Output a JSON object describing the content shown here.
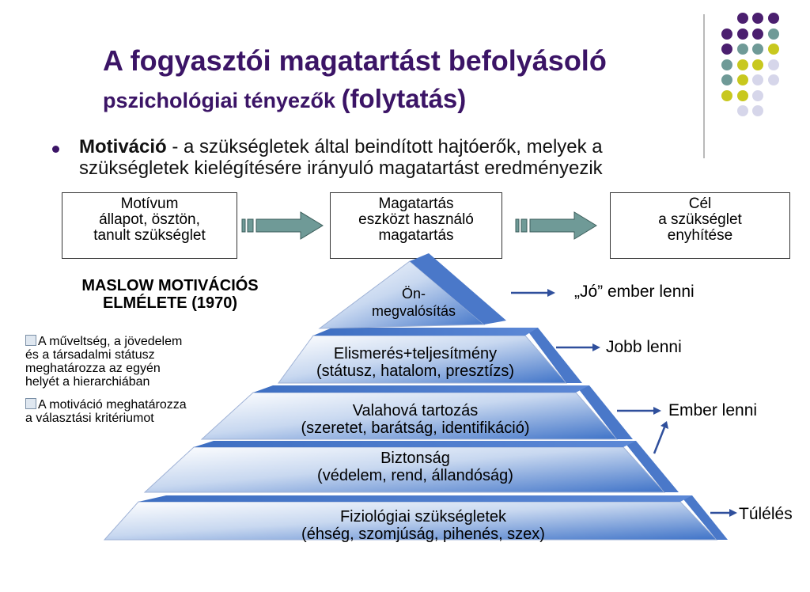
{
  "slide": {
    "title_line1": "A fogyasztói magatartást befolyásoló",
    "title_line2_main": "pszichológiai tényezők",
    "title_line2_suffix": "(folytatás)"
  },
  "motivation": {
    "term": "Motiváció",
    "line1": " - a szükségletek által beindított hajtóerők, melyek a",
    "line2": "szükségletek kielégítésére irányuló magatartást eredményezik"
  },
  "flow": {
    "boxes": [
      {
        "lines": [
          "Motívum",
          "állapot, ösztön,",
          "tanult szükséglet"
        ]
      },
      {
        "lines": [
          "Magatartás",
          "eszközt használó",
          "magatartás"
        ]
      },
      {
        "lines": [
          "Cél",
          "a szükséglet",
          "enyhítése"
        ]
      }
    ],
    "arrow_icon": "right-arrow-icon"
  },
  "maslow": {
    "heading_line1": "MASLOW MOTIVÁCIÓS",
    "heading_line2": "ELMÉLETE (1970)",
    "notes": [
      {
        "lines": [
          "A műveltség, a jövedelem",
          "és a társadalmi státusz",
          "meghatározza az egyén",
          "helyét a hierarchiában"
        ]
      },
      {
        "lines": [
          "A motiváció meghatározza",
          "a választási kritériumot"
        ]
      }
    ],
    "note_icon": "note-icon",
    "levels": [
      {
        "lines": [
          "Ön-",
          "megvalósítás"
        ],
        "outcome": "„Jó” ember lenni"
      },
      {
        "lines": [
          "Elismerés+teljesítmény",
          "(státusz, hatalom, presztízs)"
        ],
        "outcome": "Jobb lenni"
      },
      {
        "lines": [
          "Valahová tartozás",
          "(szeretet, barátság, identifikáció)"
        ],
        "outcome": "Ember lenni"
      },
      {
        "lines": [
          "Biztonság",
          "(védelem, rend, állandóság)"
        ],
        "outcome": ""
      },
      {
        "lines": [
          "Fiziológiai szükségletek",
          "(éhség, szomjúság, pihenés, szex)"
        ],
        "outcome": "Túlélés"
      }
    ]
  },
  "colors": {
    "title": "#3b1466",
    "arrow_fill": "#6f9a97",
    "pyramid_blue": "#4a78c9",
    "dots": [
      "#4b1f6f",
      "#6f9a97",
      "#c8c81e",
      "#d6d6ea"
    ]
  }
}
